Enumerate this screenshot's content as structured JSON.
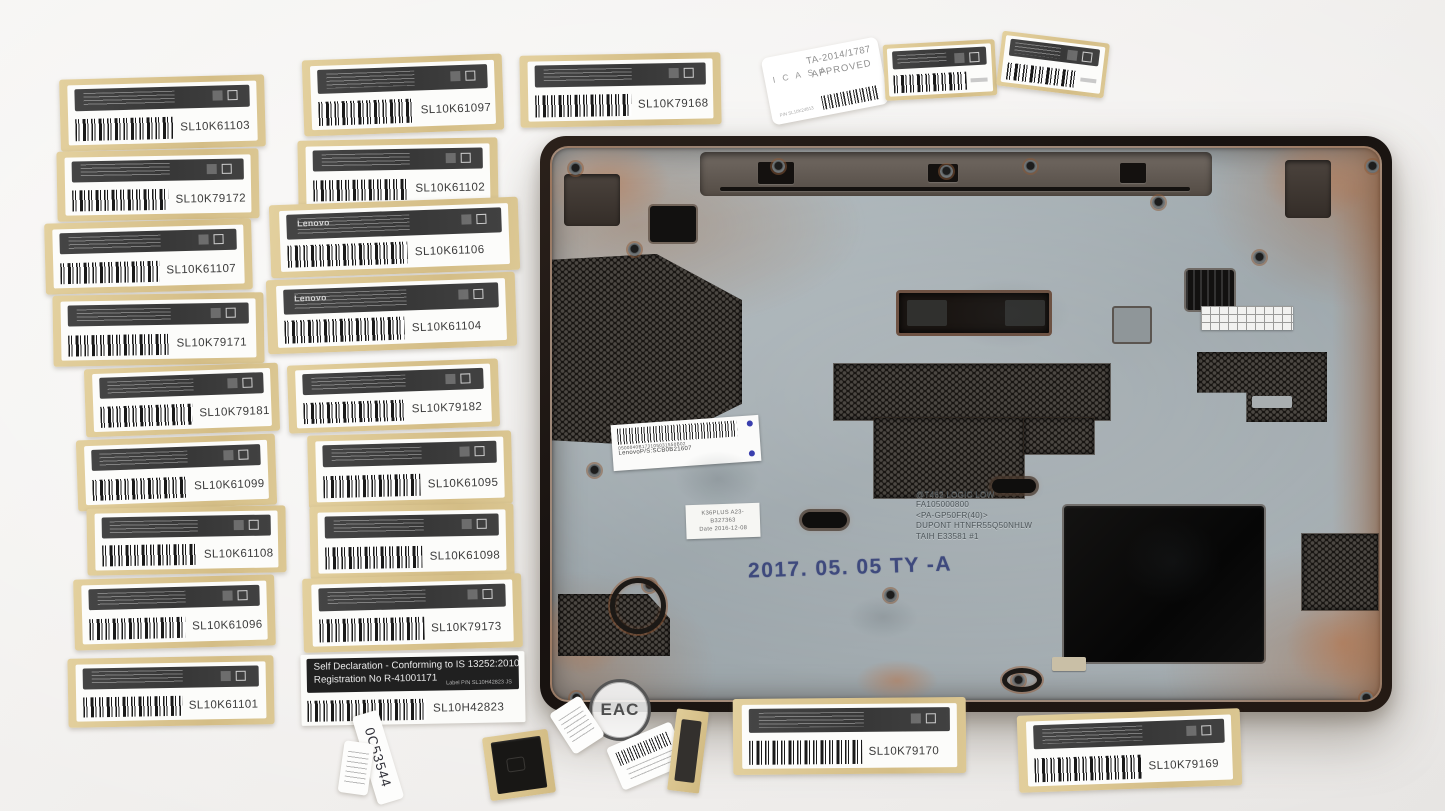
{
  "stickers": [
    {
      "part": "SL10K61103"
    },
    {
      "part": "SL10K79172"
    },
    {
      "part": "SL10K61107"
    },
    {
      "part": "SL10K79171"
    },
    {
      "part": "SL10K79181"
    },
    {
      "part": "SL10K61099"
    },
    {
      "part": "SL10K61108"
    },
    {
      "part": "SL10K61096"
    },
    {
      "part": "SL10K61101"
    },
    {
      "part": "SL10K61097"
    },
    {
      "part": "SL10K61102"
    },
    {
      "part": "SL10K61106"
    },
    {
      "part": "SL10K61104"
    },
    {
      "part": "SL10K79182"
    },
    {
      "part": "SL10K61095"
    },
    {
      "part": "SL10K61098"
    },
    {
      "part": "SL10K79173"
    },
    {
      "part": "SL10K79168"
    },
    {
      "part": "SL10K79170"
    },
    {
      "part": "SL10K79169"
    }
  ],
  "self_declaration": {
    "line1": "Self Declaration - Conforming to IS 13252:2010",
    "line2": "Registration No R-41001171",
    "pn_note": "Label P/N SL10H42823 JS",
    "barcode_text": "SL10H42823"
  },
  "icasa": {
    "approval": "TA-2014/1787",
    "status": "APPROVED",
    "brand": "I C A S A",
    "pn_note": "P/N SL10K24813"
  },
  "cover": {
    "date_stamp": "2017. 05. 05 TY -A",
    "molded_text": [
      "@T462 LOGIC LOW",
      "FA105000800",
      "<PA-GP50FR(40)>",
      "DUPONT  HTNFR55Q50NHLW",
      "TAIH  E33581  #1"
    ],
    "pn_label": {
      "line1": "0500040B173105031550B02",
      "line2": "LenovoP/S:SCB0B21607"
    },
    "qc_label": [
      "K36PLUS A23-",
      "B327363",
      "Date 2016-12-08"
    ]
  },
  "misc": {
    "brand": "Lenovo",
    "inventory_tag": "0C53544",
    "eac_mark": "EAC"
  }
}
